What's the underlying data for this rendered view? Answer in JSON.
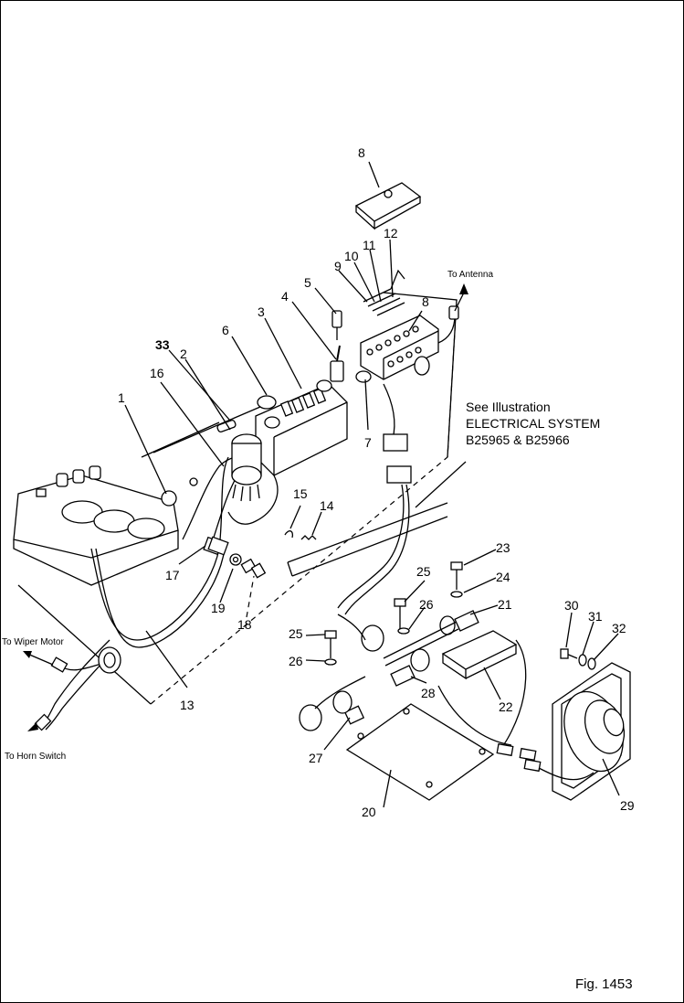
{
  "diagram": {
    "part_numbers": [
      "1",
      "2",
      "3",
      "4",
      "5",
      "6",
      "7",
      "8",
      "8",
      "9",
      "10",
      "11",
      "12",
      "13",
      "14",
      "15",
      "16",
      "17",
      "18",
      "19",
      "20",
      "21",
      "22",
      "23",
      "24",
      "25",
      "25",
      "26",
      "26",
      "27",
      "28",
      "29",
      "30",
      "31",
      "32",
      "33"
    ],
    "notes": {
      "see_line1": "See Illustration",
      "see_line2": "ELECTRICAL SYSTEM",
      "see_line3": "B25965 & B25966",
      "to_antenna": "To Antenna",
      "to_wiper_motor": "To Wiper Motor",
      "to_horn_switch": "To Horn Switch"
    },
    "figure_label": "Fig. 1453"
  }
}
